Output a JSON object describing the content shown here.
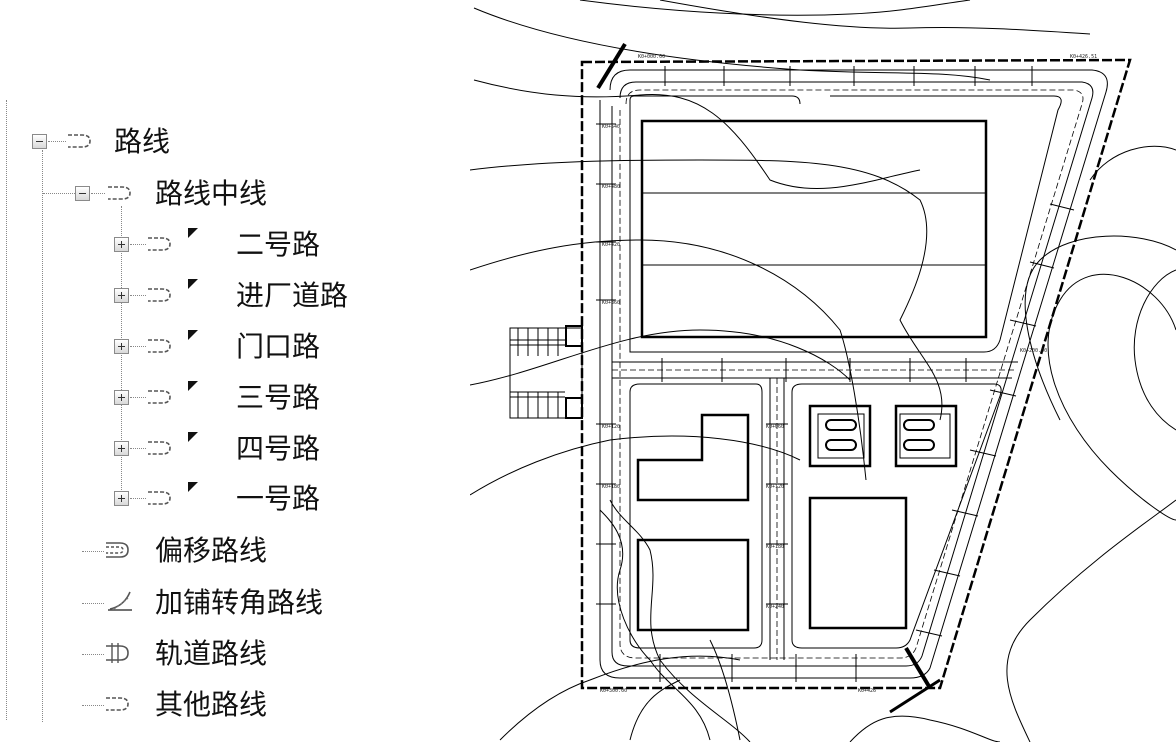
{
  "tree": {
    "root": {
      "label": "路线",
      "expanded": true,
      "icon": "route-icon"
    },
    "group": {
      "label": "路线中线",
      "expanded": true,
      "icon": "route-icon"
    },
    "roads": [
      {
        "label": "二号路",
        "expanded": false,
        "icon": "route-icon"
      },
      {
        "label": "进厂道路",
        "expanded": false,
        "icon": "route-icon"
      },
      {
        "label": "门口路",
        "expanded": false,
        "icon": "route-icon"
      },
      {
        "label": "三号路",
        "expanded": false,
        "icon": "route-icon"
      },
      {
        "label": "四号路",
        "expanded": false,
        "icon": "route-icon"
      },
      {
        "label": "一号路",
        "expanded": false,
        "icon": "route-icon"
      }
    ],
    "others": [
      {
        "label": "偏移路线",
        "icon": "offset-route-icon"
      },
      {
        "label": "加铺转角路线",
        "icon": "widening-corner-route-icon"
      },
      {
        "label": "轨道路线",
        "icon": "rail-route-icon"
      },
      {
        "label": "其他路线",
        "icon": "other-route-icon"
      }
    ]
  },
  "map": {
    "drawing": "site-plan",
    "line_color": "#000000"
  }
}
